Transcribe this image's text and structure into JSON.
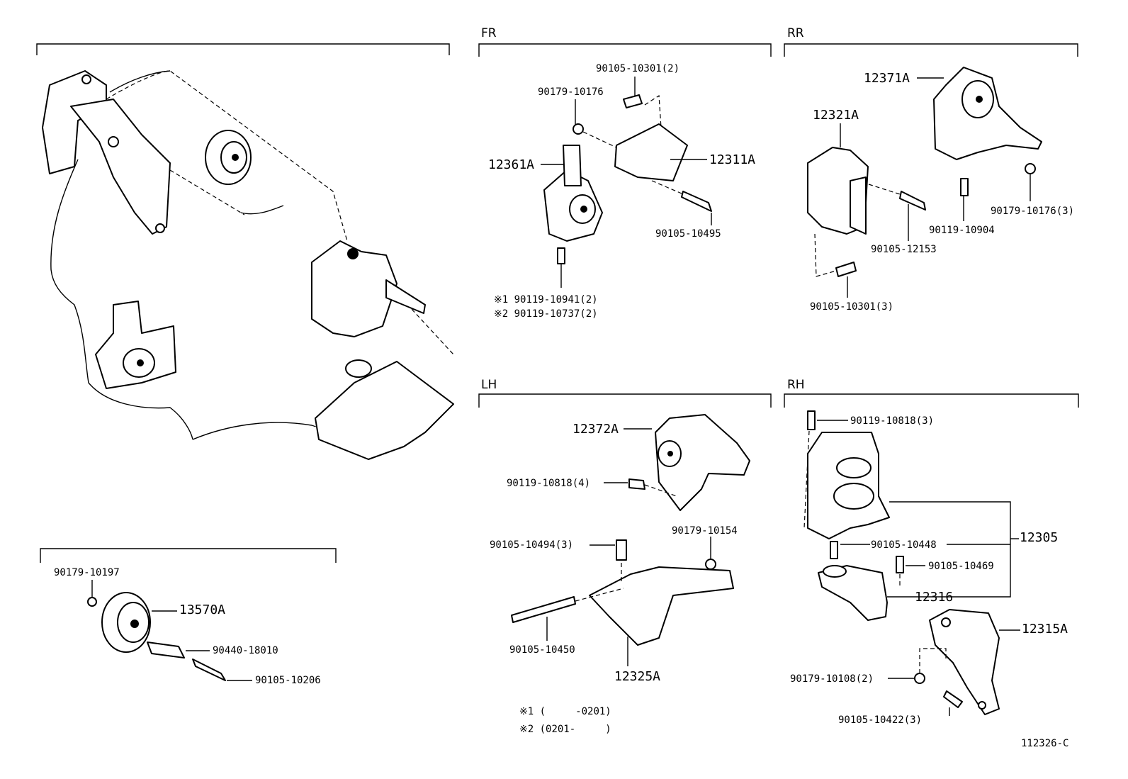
{
  "sections": {
    "fr": "FR",
    "rr": "RR",
    "lh": "LH",
    "rh": "RH"
  },
  "parts": {
    "fr": {
      "bolt_top": "90105-10301(2)",
      "nut": "90179-10176",
      "mount": "12361A",
      "bracket": "12311A",
      "bolt_long": "90105-10495",
      "note1": "※1 90119-10941(2)",
      "note2": "※2 90119-10737(2)"
    },
    "rr": {
      "mount": "12371A",
      "bracket": "12321A",
      "nut3": "90179-10176(3)",
      "bolt_a": "90119-10904",
      "bolt_b": "90105-12153",
      "bolt_c": "90105-10301(3)"
    },
    "lh": {
      "mount": "12372A",
      "bolt_a": "90119-10818(4)",
      "bolt_b": "90105-10494(3)",
      "nut": "90179-10154",
      "bolt_long": "90105-10450",
      "bracket": "12325A"
    },
    "rh": {
      "bolt_top": "90119-10818(3)",
      "bolt_a": "90105-10448",
      "assy": "12305",
      "bolt_b": "90105-10469",
      "bracket": "12316",
      "support": "12315A",
      "nut": "90179-10108(2)",
      "bolt_c": "90105-10422(3)"
    },
    "pulley": {
      "nut": "90179-10197",
      "pulley": "13570A",
      "collar": "90440-18010",
      "bolt": "90105-10206"
    }
  },
  "footnotes": {
    "n1": "※1 (     -0201)",
    "n2": "※2 (0201-     )"
  },
  "figure_id": "112326-C"
}
